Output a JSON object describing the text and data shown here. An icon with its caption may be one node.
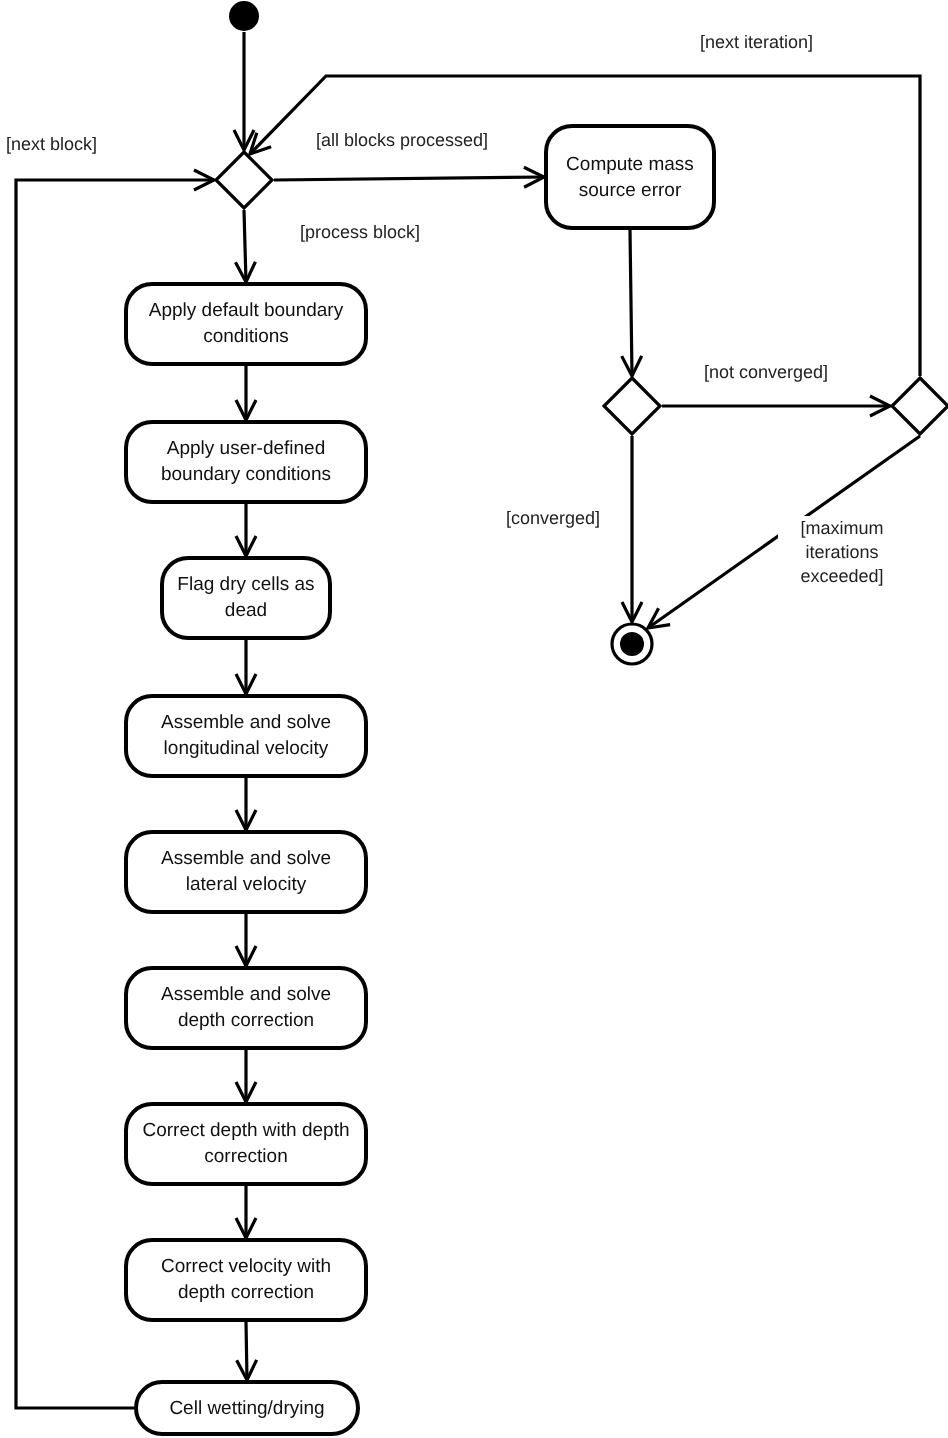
{
  "diagram": {
    "nodes": [
      {
        "text": [],
        "shape": "circle"
      },
      {
        "text": [],
        "shape": "diamond"
      },
      {
        "text": [
          "Compute mass source error"
        ]
      },
      {
        "text": [
          "Apply default boundary conditions"
        ]
      },
      {
        "text": [
          "Apply user-defined boundary conditions"
        ]
      },
      {
        "text": [
          "Flag dry cells as dead"
        ]
      },
      {
        "text": [
          "Assemble and solve longitudinal velocity"
        ]
      },
      {
        "text": [
          "Assemble and solve lateral velocity"
        ]
      },
      {
        "text": [
          "Assemble and solve depth correction"
        ]
      },
      {
        "text": [
          "Correct depth with depth correction"
        ]
      },
      {
        "text": [
          "Correct velocity with depth correction"
        ]
      },
      {
        "text": [
          "Cell wetting/drying"
        ]
      },
      {
        "text": [],
        "shape": "diamond"
      },
      {
        "text": [],
        "shape": "diamond"
      },
      {
        "text": [],
        "shape": "circle"
      }
    ],
    "edges": [
      {
        "from": 0,
        "to": 1,
        "arrow": "to"
      },
      {
        "from": 1,
        "to": 2,
        "arrow": "to",
        "label": "[all blocks processed]"
      },
      {
        "from": 1,
        "to": 3,
        "arrow": "to",
        "label": "[process block]"
      },
      {
        "from": 3,
        "to": 4,
        "arrow": "to"
      },
      {
        "from": 4,
        "to": 5,
        "arrow": "to"
      },
      {
        "from": 5,
        "to": 6,
        "arrow": "to"
      },
      {
        "from": 6,
        "to": 7,
        "arrow": "to"
      },
      {
        "from": 7,
        "to": 8,
        "arrow": "to"
      },
      {
        "from": 8,
        "to": 9,
        "arrow": "to"
      },
      {
        "from": 9,
        "to": 10,
        "arrow": "to"
      },
      {
        "from": 10,
        "to": 11,
        "arrow": "to"
      },
      {
        "from": 11,
        "to": 1,
        "arrow": "to",
        "label": "[next block]"
      },
      {
        "from": 2,
        "to": 12,
        "arrow": "to"
      },
      {
        "from": 12,
        "to": 13,
        "arrow": "to",
        "label": "[not converged]"
      },
      {
        "from": 12,
        "to": 14,
        "arrow": "to",
        "label": "[converged]"
      },
      {
        "from": 13,
        "to": 14,
        "arrow": "to",
        "label": "[maximum iterations exceeded]"
      },
      {
        "from": 13,
        "to": 1,
        "arrow": "to",
        "label": "[next iteration]"
      }
    ]
  }
}
